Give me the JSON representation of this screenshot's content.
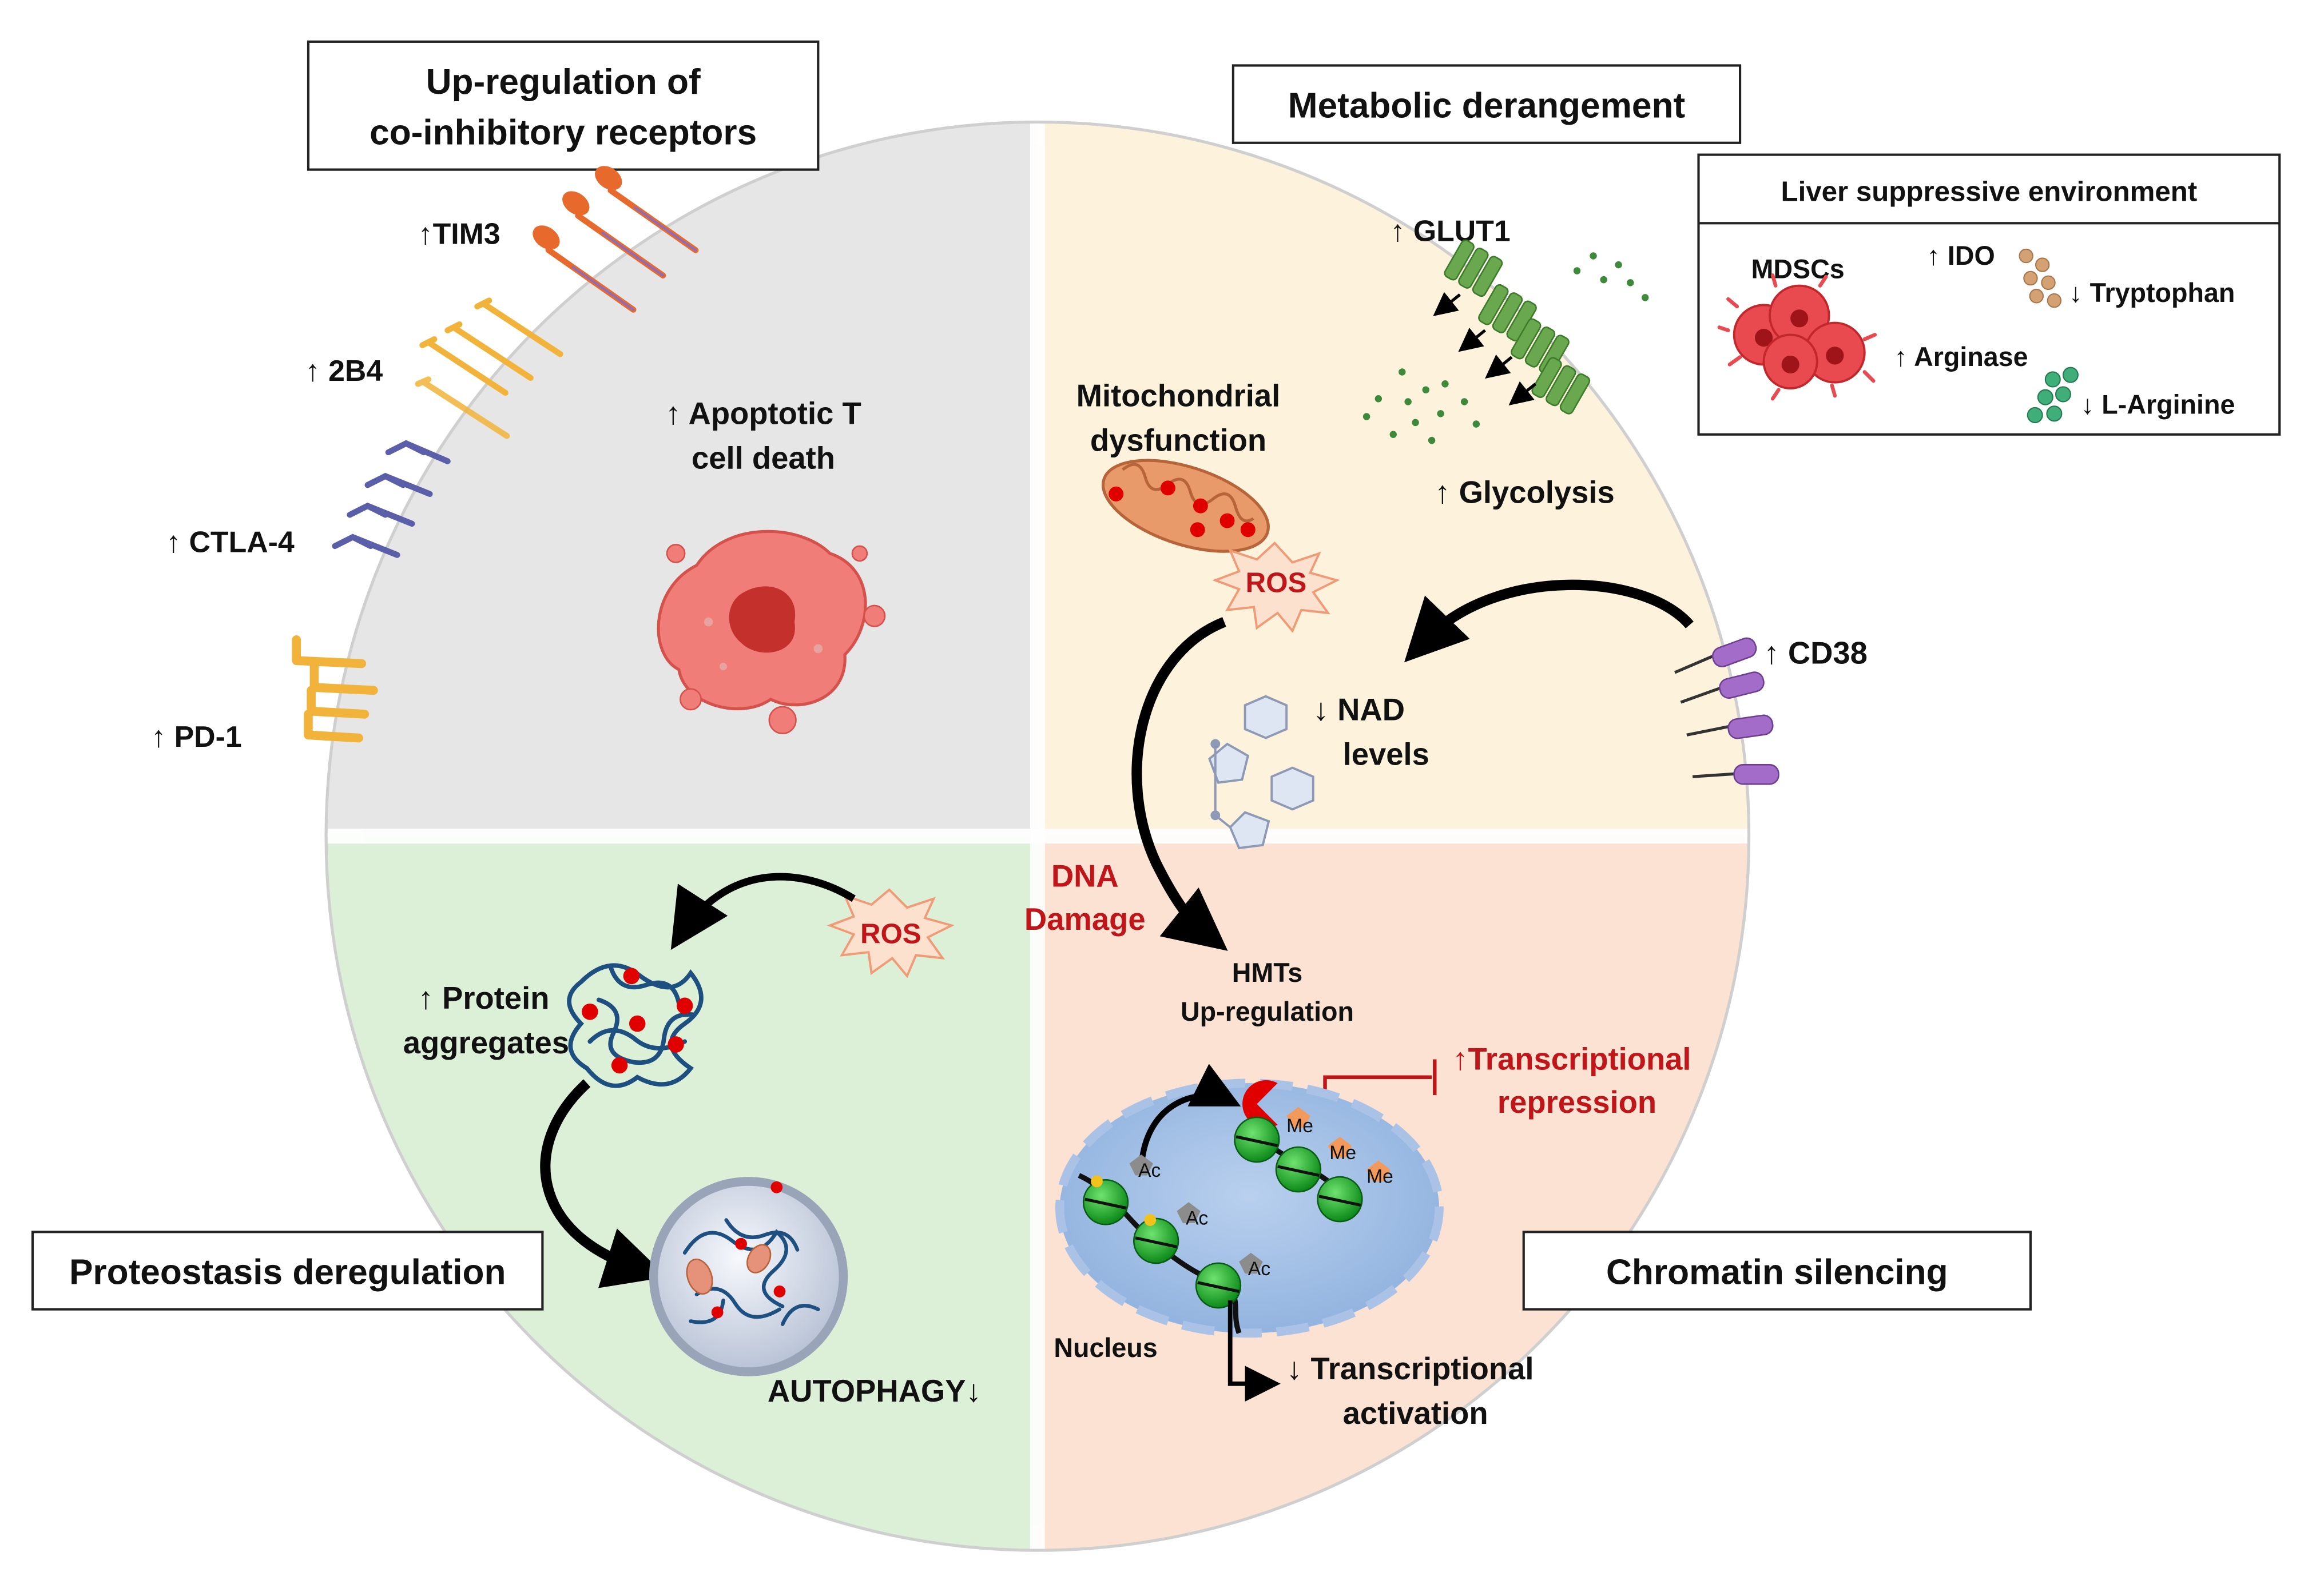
{
  "boxes": {
    "coinhibitory": {
      "line1": "Up-regulation of",
      "line2": "co-inhibitory receptors"
    },
    "metabolic": "Metabolic derangement",
    "proteostasis": "Proteostasis deregulation",
    "chromatin": "Chromatin silencing"
  },
  "liver": {
    "title": "Liver suppressive environment",
    "mdscs": "MDSCs",
    "ido": "↑ IDO",
    "tryptophan": "↓ Tryptophan",
    "arginase": "↑ Arginase",
    "larginine": "↓ L-Arginine"
  },
  "receptors": {
    "tim3": "↑TIM3",
    "b24": "↑ 2B4",
    "ctla4": "↑ CTLA-4",
    "pd1": "↑ PD-1"
  },
  "apoptotic": {
    "line1": "↑ Apoptotic T",
    "line2": "cell death"
  },
  "metabolism": {
    "glut1": "↑ GLUT1",
    "glycolysis": "↑ Glycolysis",
    "mito_line1": "Mitochondrial",
    "mito_line2": "dysfunction",
    "ros": "ROS",
    "nad_line1": "↓ NAD",
    "nad_line2": "levels",
    "cd38": "↑ CD38"
  },
  "proteostasis": {
    "ros": "ROS",
    "protein_line1": "↑ Protein",
    "protein_line2": "aggregates",
    "autophagy": "AUTOPHAGY↓"
  },
  "chromatin": {
    "dna_line1": "DNA",
    "dna_line2": "Damage",
    "hmts_line1": "HMTs",
    "hmts_line2": "Up-regulation",
    "repression_line1": "↑Transcriptional",
    "repression_line2": "repression",
    "activation_line1": "↓ Transcriptional",
    "activation_line2": "activation",
    "nucleus": "Nucleus",
    "ac": "Ac",
    "me": "Me"
  },
  "colors": {
    "q_top_left": "#e6e6e6",
    "q_top_right": "#fdf3dc",
    "q_bottom_left": "#dcefd7",
    "q_bottom_right": "#fbe2d2",
    "accent_red": "#c0161a"
  }
}
